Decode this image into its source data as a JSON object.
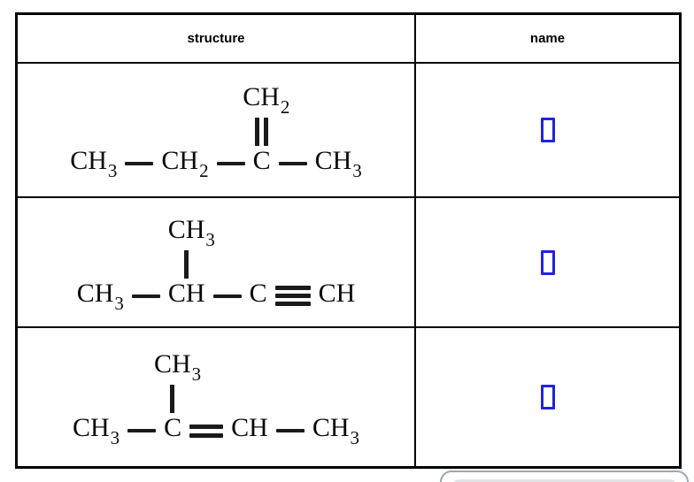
{
  "table": {
    "headers": {
      "structure": "structure",
      "name": "name"
    }
  },
  "rows": [
    {
      "branch": {
        "text": "CH",
        "sub": "2"
      },
      "branch_bond": "double",
      "branch_atom_index": 2,
      "chain": [
        {
          "atom": "CH",
          "sub": "3"
        },
        {
          "bond": "single"
        },
        {
          "atom": "CH",
          "sub": "2"
        },
        {
          "bond": "single"
        },
        {
          "atom": "C",
          "sub": ""
        },
        {
          "bond": "single"
        },
        {
          "atom": "CH",
          "sub": "3"
        }
      ],
      "answer": {
        "value": ""
      }
    },
    {
      "branch": {
        "text": "CH",
        "sub": "3"
      },
      "branch_bond": "single",
      "branch_atom_index": 1,
      "chain": [
        {
          "atom": "CH",
          "sub": "3"
        },
        {
          "bond": "single"
        },
        {
          "atom": "CH",
          "sub": ""
        },
        {
          "bond": "single"
        },
        {
          "atom": "C",
          "sub": ""
        },
        {
          "bond": "triple"
        },
        {
          "atom": "CH",
          "sub": ""
        }
      ],
      "answer": {
        "value": ""
      }
    },
    {
      "branch": {
        "text": "CH",
        "sub": "3"
      },
      "branch_bond": "single",
      "branch_atom_index": 1,
      "chain": [
        {
          "atom": "CH",
          "sub": "3"
        },
        {
          "bond": "single"
        },
        {
          "atom": "C",
          "sub": ""
        },
        {
          "bond": "double"
        },
        {
          "atom": "CH",
          "sub": ""
        },
        {
          "bond": "single"
        },
        {
          "atom": "CH",
          "sub": "3"
        }
      ],
      "answer": {
        "value": ""
      }
    }
  ],
  "colors": {
    "answer_box_blue": "#2222dd",
    "table_border": "#000000",
    "bond_black": "#1a1a1a",
    "widget_border": "#97a9b6",
    "widget_fill": "#e0e3e5"
  }
}
